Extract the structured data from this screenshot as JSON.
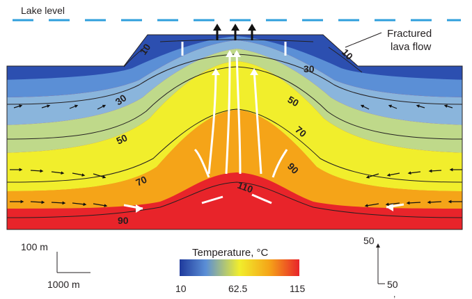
{
  "figure": {
    "lake_level_label": "Lake level",
    "lava_label_line1": "Fractured",
    "lava_label_line2": "lava flow",
    "scale_vertical": "100 m",
    "scale_horizontal": "1000 m",
    "vector_scale_vertical": "50",
    "vector_scale_horizontal": "50",
    "stray_mark": ","
  },
  "contours": {
    "labels": [
      "10",
      "10",
      "30",
      "30",
      "50",
      "50",
      "70",
      "70",
      "90",
      "90",
      "110"
    ]
  },
  "colorbar": {
    "title": "Temperature, °C",
    "min_label": "10",
    "mid_label": "62.5",
    "max_label": "115",
    "colors": [
      "#1f3a9c",
      "#5b8fd6",
      "#f1ee2c",
      "#f5a418",
      "#e8242a"
    ]
  },
  "colors": {
    "lake_dash": "#2f9fdc",
    "contour": "#231f20",
    "white_arrow": "#ffffff",
    "black_arrow": "#111111"
  }
}
